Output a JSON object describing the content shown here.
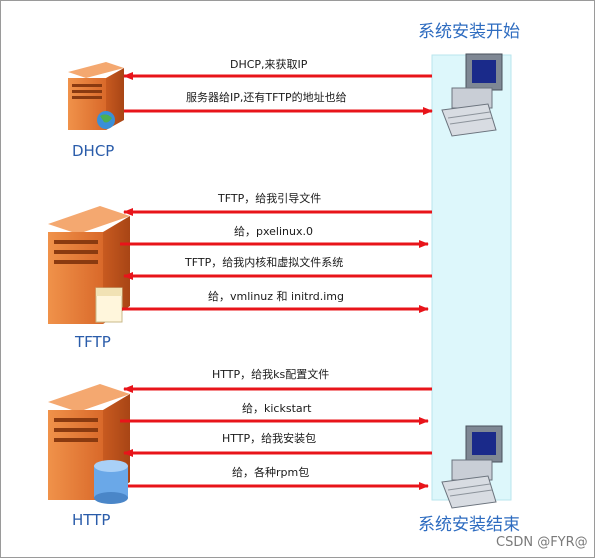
{
  "title_top": "系统安装开始",
  "title_bottom": "系统安装结束",
  "servers": [
    {
      "name": "DHCP",
      "icon": "dhcp-server-icon"
    },
    {
      "name": "TFTP",
      "icon": "tftp-server-icon"
    },
    {
      "name": "HTTP",
      "icon": "http-server-icon"
    }
  ],
  "messages": [
    {
      "text": "DHCP,来获取IP",
      "direction": "to-server"
    },
    {
      "text": "服务器给IP,还有TFTP的地址也给",
      "direction": "to-client"
    },
    {
      "text": "TFTP，给我引导文件",
      "direction": "to-server"
    },
    {
      "text": "给，pxelinux.0",
      "direction": "to-client"
    },
    {
      "text": "TFTP，给我内核和虚拟文件系统",
      "direction": "to-server"
    },
    {
      "text": "给，vmlinuz 和 initrd.img",
      "direction": "to-client"
    },
    {
      "text": "HTTP，给我ks配置文件",
      "direction": "to-server"
    },
    {
      "text": "给，kickstart",
      "direction": "to-client"
    },
    {
      "text": "HTTP，给我安装包",
      "direction": "to-server"
    },
    {
      "text": "给，各种rpm包",
      "direction": "to-client"
    }
  ],
  "watermark": "CSDN @FYR@",
  "colors": {
    "arrow": "#e8141a",
    "timeline": "#ddf7fb",
    "server": "#e8813a",
    "title": "#2e6cc0"
  }
}
